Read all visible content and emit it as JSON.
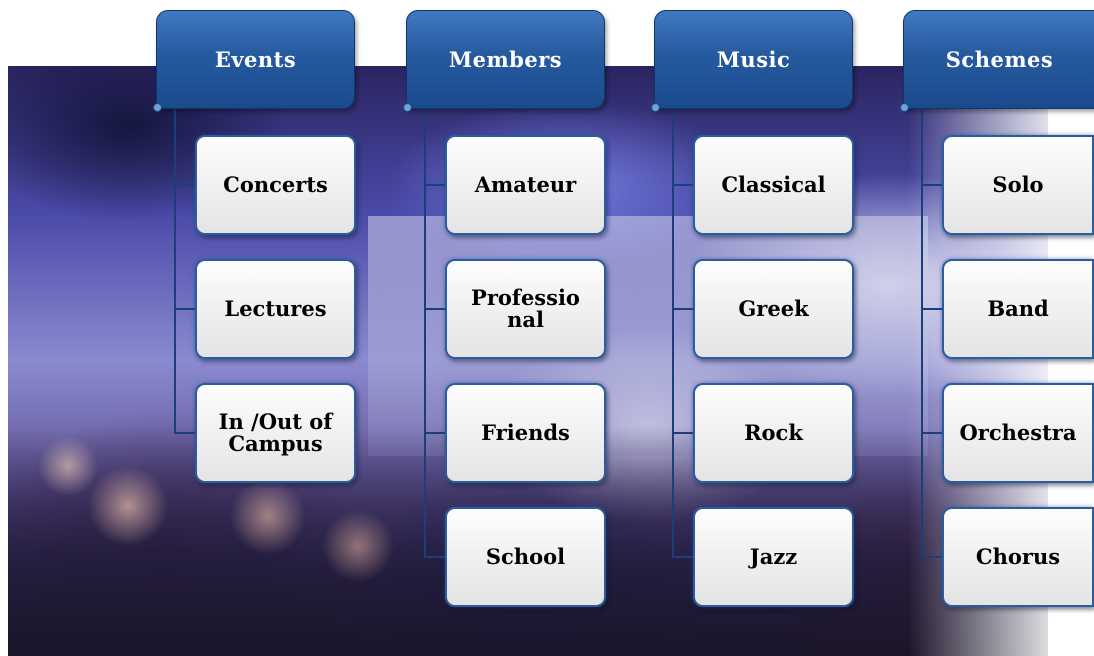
{
  "colors": {
    "header_fill": "#265a9f",
    "header_text": "#ffffff",
    "box_fill": "#eeeeee",
    "box_border": "#2b5c9c",
    "box_text": "#000000",
    "connector": "#1b3f7a"
  },
  "columns": [
    {
      "header": "Events",
      "items": [
        "Concerts",
        "Lectures",
        "In /Out of Campus"
      ]
    },
    {
      "header": "Members",
      "items": [
        "Amateur",
        "Professio nal",
        "Friends",
        "School"
      ]
    },
    {
      "header": "Music",
      "items": [
        "Classical",
        "Greek",
        "Rock",
        "Jazz"
      ]
    },
    {
      "header": "Schemes",
      "items": [
        "Solo",
        "Band",
        "Orchestra",
        "Chorus"
      ]
    }
  ]
}
